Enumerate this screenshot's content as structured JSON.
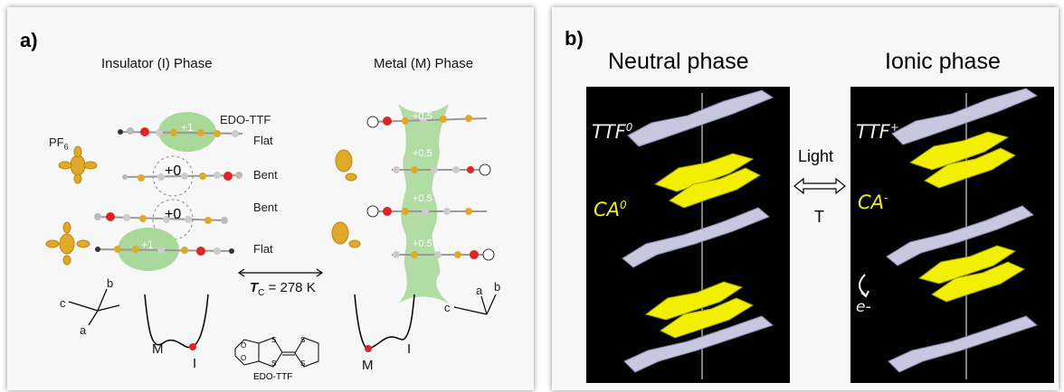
{
  "panel_a": {
    "label": "a)",
    "insulator_title": "Insulator (I) Phase",
    "metal_title": "Metal (M) Phase",
    "edo_label": "EDO-TTF",
    "pf6_label": "PF",
    "pf6_sub": "6",
    "rows": [
      "Flat",
      "Bent",
      "Bent",
      "Flat"
    ],
    "charges_left": [
      "+1",
      "+0",
      "+0",
      "+1"
    ],
    "charges_right": [
      "+0.5",
      "+0.5",
      "+0.5",
      "+0.5"
    ],
    "axes_left": {
      "c": "c",
      "b": "b",
      "a": "a"
    },
    "axes_right": {
      "c": "c",
      "a": "a",
      "b": "b"
    },
    "tc_symbol": "T",
    "tc_sub": "C",
    "tc_value": " = 278 K",
    "well_left": {
      "M": "M",
      "I": "I"
    },
    "well_right": {
      "M": "M",
      "I": "I"
    },
    "molecule_label": "EDO-TTF",
    "molecule_atoms": {
      "O": "O",
      "S": "S"
    },
    "colors": {
      "highlight": "#a8d89a",
      "sulfur": "#e0a928",
      "oxygen": "#e02424",
      "carbon": "#c0c0c0"
    }
  },
  "panel_b": {
    "label": "b)",
    "neutral_title": "Neutral phase",
    "ionic_title": "Ionic phase",
    "arrow_top": "Light",
    "arrow_bottom": "T",
    "ttf_neutral": "TTF",
    "ttf_neutral_sup": "0",
    "ca_neutral": "CA",
    "ca_neutral_sup": "0",
    "ttf_ionic": "TTF",
    "ttf_ionic_sup": "+",
    "ca_ionic": "CA",
    "ca_ionic_sup": "-",
    "electron": "e-",
    "colors": {
      "ttf": "#c7c7e0",
      "ca": "#f2f000",
      "background": "#000000"
    }
  }
}
